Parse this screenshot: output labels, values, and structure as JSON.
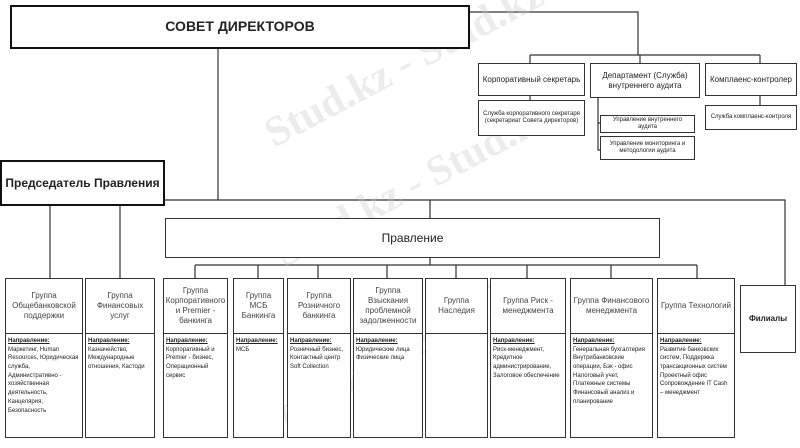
{
  "board": "СОВЕТ ДИРЕКТОРОВ",
  "top_units": [
    {
      "title": "Корпоративный секретарь",
      "sub": [
        "Служба корпоративного секретаря (секретариат Совета директоров)"
      ]
    },
    {
      "title": "Департамент (Служба) внутреннего аудита",
      "sub": [
        "Управление внутреннего аудита",
        "Управление мониторинга и методологии аудита"
      ]
    },
    {
      "title": "Комплаенс-контролер",
      "sub": [
        "Служба комплаенс-контроля"
      ]
    }
  ],
  "chairman": "Председатель Правления",
  "board_mgmt": "Правление",
  "direction_label": "Направление:",
  "groups": [
    {
      "title": "Группа Общебанковской поддержки",
      "items": "Маркетинг, Human Resources, Юридическая служба, Административно - хозяйственная деятельность, Канцелярия, Безопасность"
    },
    {
      "title": "Группа Финансовых услуг",
      "items": "Казначейство, Международные отношения, Кастоди"
    },
    {
      "title": "Группа Корпоративного и Premier - банкинга",
      "items": "Корпоративный и Premier - бизнес, Операционный сервис"
    },
    {
      "title": "Группа МСБ Банкинга",
      "items": "МСБ"
    },
    {
      "title": "Группа Розничного банкинга",
      "items": "Розничный бизнес, Контактный центр Soft Collection"
    },
    {
      "title": "Группа Взыскания проблемной задолженности",
      "items": "Юридические лица Физические лица"
    },
    {
      "title": "Группа Наследия",
      "items": ""
    },
    {
      "title": "Группа Риск - менеджмента",
      "items": "Риск-менеджмент, Кредитное администрирование, Залоговое обеспечение"
    },
    {
      "title": "Группа Финансового менеджмента",
      "items": "Генеральная бухгалтерия Внутрибанковские операции, Бэк - офис Налоговый учет, Платежные системы Финансовый анализ и планирование"
    },
    {
      "title": "Группа Технологий",
      "items": "Развитие банковских систем, Поддержка трансакционных систем Проектный офис Сопровождение IT Cash – менеджмент"
    }
  ],
  "branches": "Филиалы",
  "watermark": "Stud.kz - Stud.kz"
}
